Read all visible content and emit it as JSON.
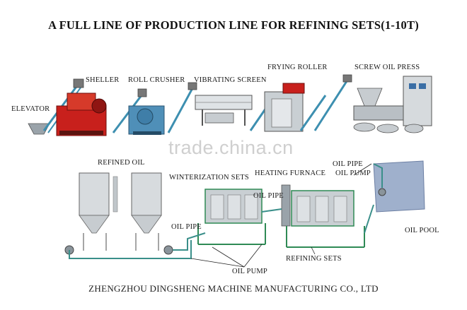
{
  "title": "A FULL LINE OF PRODUCTION LINE FOR REFINING SETS(1-10T)",
  "footer": "ZHENGZHOU DINGSHENG MACHINE MANUFACTURING CO., LTD",
  "watermark": "trade.china.cn",
  "labels": {
    "elevator": "ELEVATOR",
    "sheller": "SHELLER",
    "roll_crusher": "ROLL CRUSHER",
    "vibrating_screen": "VIBRATING SCREEN",
    "frying_roller": "FRYING ROLLER",
    "screw_oil_press": "SCREW OIL PRESS",
    "refined_oil": "REFINED OIL",
    "winterization_sets": "WINTERIZATION SETS",
    "heating_furnace": "HEATING FURNACE",
    "oil_pipe_top_right": "OIL PIPE",
    "oil_pump_top_right": "OIL PUMP",
    "oil_pipe_mid": "OIL PIPE",
    "oil_pipe_left": "OIL PIPE",
    "oil_pool": "OIL POOL",
    "refining_sets": "REFINING SETS",
    "oil_pump_bottom": "OIL PUMP"
  },
  "colors": {
    "machine_red": "#c8201c",
    "steel": "#b9bfc4",
    "pipe": "#3a8f8a",
    "frame": "#2f8a55",
    "pool": "#8fa2c3"
  }
}
